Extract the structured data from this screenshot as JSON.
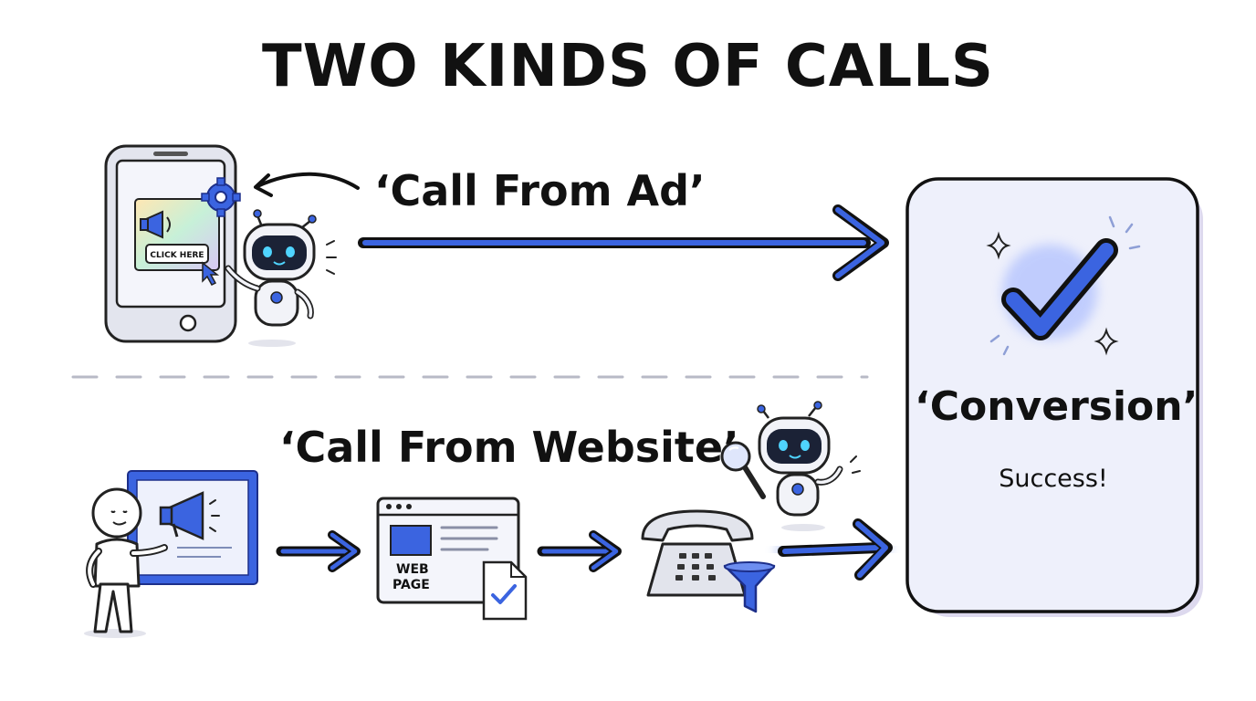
{
  "title": "TWO KINDS OF CALLS",
  "call_from_ad": {
    "label": "‘Call From Ad’",
    "ad_button": "CLICK HERE"
  },
  "call_from_website": {
    "label": "‘Call From Website’",
    "web_page_line1": "WEB",
    "web_page_line2": "PAGE"
  },
  "conversion": {
    "title": "‘Conversion’",
    "subtitle": "Success!"
  },
  "colors": {
    "accent": "#3b64e0",
    "accent_dark": "#1d2f8a",
    "ink": "#111111",
    "card_bg": "#eef0fb"
  }
}
